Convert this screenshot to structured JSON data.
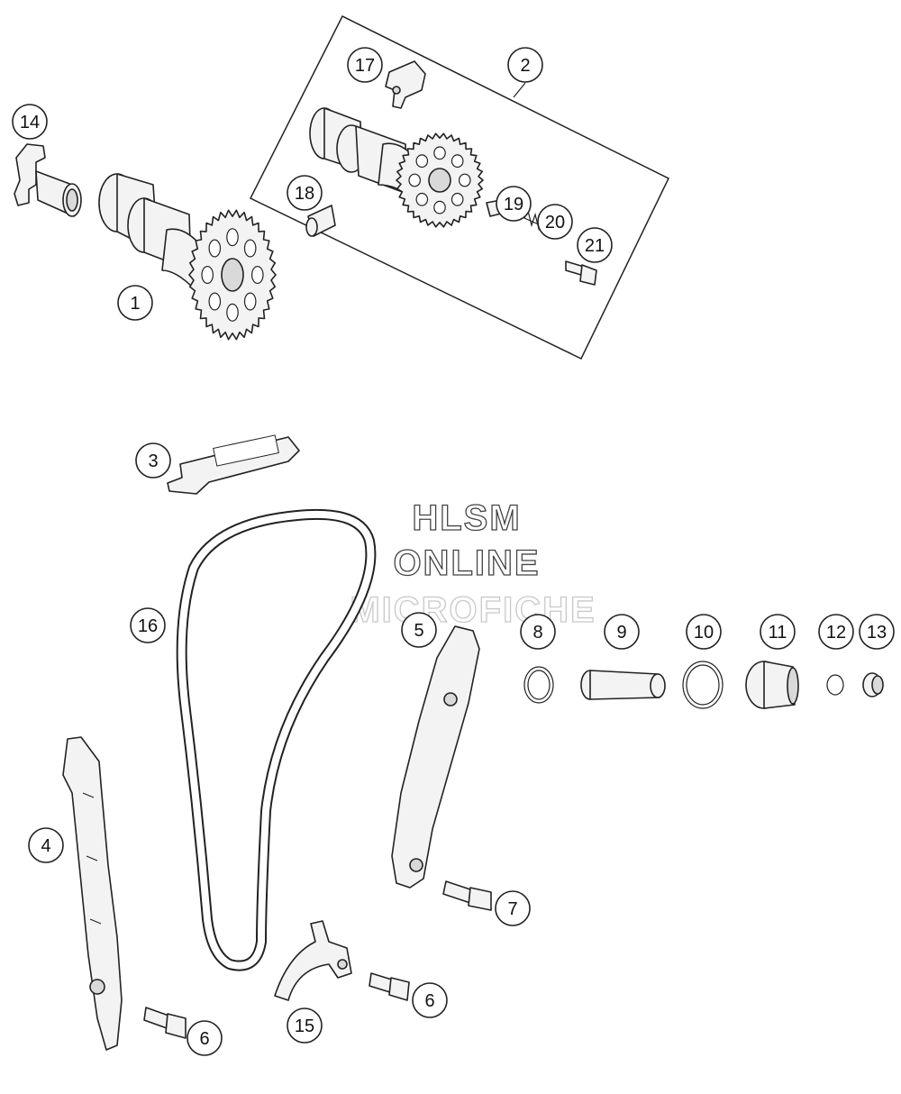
{
  "watermark": {
    "line1": "HLSM",
    "line2": "ONLINE",
    "line3": "MICROFICHE"
  },
  "callouts": [
    {
      "id": "1",
      "label": "1"
    },
    {
      "id": "2",
      "label": "2"
    },
    {
      "id": "3",
      "label": "3"
    },
    {
      "id": "4",
      "label": "4"
    },
    {
      "id": "5",
      "label": "5"
    },
    {
      "id": "6a",
      "label": "6"
    },
    {
      "id": "6b",
      "label": "6"
    },
    {
      "id": "7",
      "label": "7"
    },
    {
      "id": "8",
      "label": "8"
    },
    {
      "id": "9",
      "label": "9"
    },
    {
      "id": "10",
      "label": "10"
    },
    {
      "id": "11",
      "label": "11"
    },
    {
      "id": "12",
      "label": "12"
    },
    {
      "id": "13",
      "label": "13"
    },
    {
      "id": "14",
      "label": "14"
    },
    {
      "id": "15",
      "label": "15"
    },
    {
      "id": "16",
      "label": "16"
    },
    {
      "id": "17",
      "label": "17"
    },
    {
      "id": "18",
      "label": "18"
    },
    {
      "id": "19",
      "label": "19"
    },
    {
      "id": "20",
      "label": "20"
    },
    {
      "id": "21",
      "label": "21"
    }
  ]
}
